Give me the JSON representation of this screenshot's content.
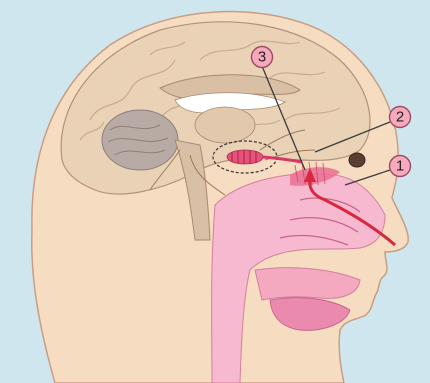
{
  "diagram": {
    "callouts": [
      {
        "id": "1",
        "label": "1"
      },
      {
        "id": "2",
        "label": "2"
      },
      {
        "id": "3",
        "label": "3"
      }
    ]
  },
  "colors": {
    "background": "#cfe6ef",
    "skin": "#f6dcc0",
    "brain": "#e9d2b6",
    "brain_folds": "#c9ab8e",
    "cerebellum": "#b8aaa4",
    "airway": "#f6b9cf",
    "airway_dark": "#e98aae",
    "olfactory": "#e8517a",
    "arrow": "#d8283f",
    "callout_fill": "#f7a9bd",
    "callout_stroke": "#9a4b5e",
    "leader_line": "#3a3a3a"
  },
  "icons": [
    "arrow-air-flow"
  ]
}
